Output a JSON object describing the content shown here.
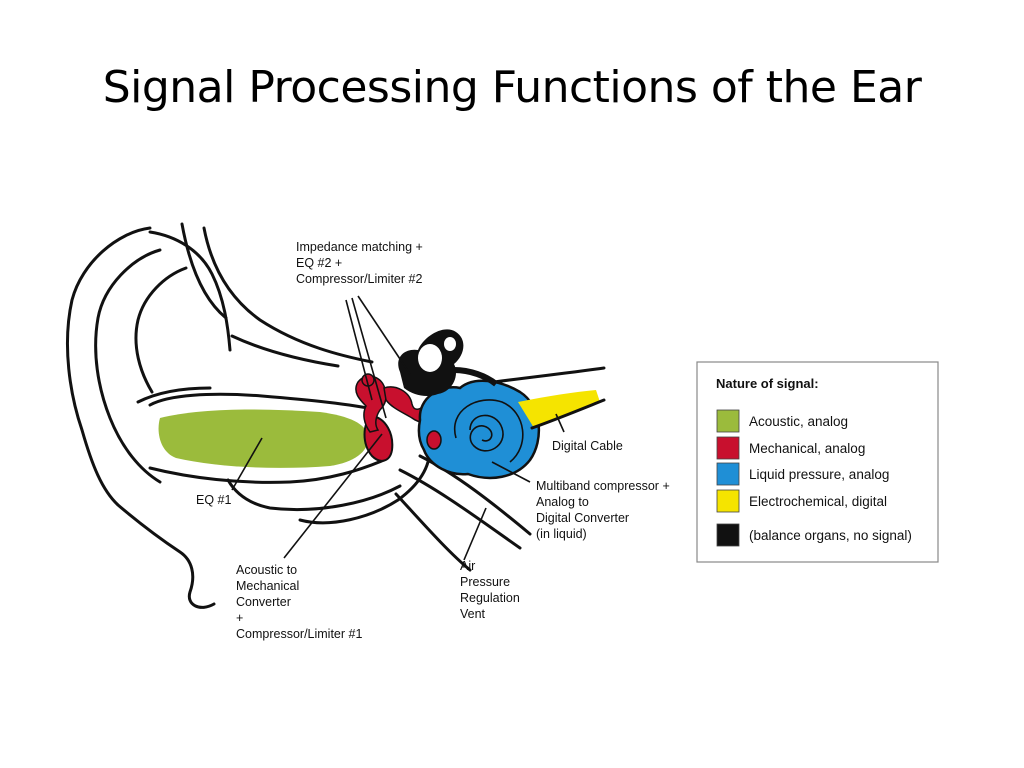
{
  "title": "Signal Processing Functions of the Ear",
  "labels": {
    "impedance": [
      "Impedance matching +",
      "EQ #2 +",
      "Compressor/Limiter #2"
    ],
    "eq1": [
      "EQ #1"
    ],
    "acoustic": [
      "Acoustic to",
      "Mechanical",
      "Converter",
      "+",
      "Compressor/Limiter #1"
    ],
    "air": [
      "Air",
      "Pressure",
      "Regulation",
      "Vent"
    ],
    "multiband": [
      "Multiband compressor +",
      "Analog to",
      "Digital Converter",
      "(in liquid)"
    ],
    "digital_cable": [
      "Digital Cable"
    ]
  },
  "legend": {
    "title": "Nature of signal:",
    "items": [
      {
        "label": "Acoustic, analog",
        "color": "#9bbb3c"
      },
      {
        "label": "Mechanical, analog",
        "color": "#c8102e"
      },
      {
        "label": "Liquid pressure, analog",
        "color": "#1f8fd6"
      },
      {
        "label": "Electrochemical, digital",
        "color": "#f5e400"
      },
      {
        "label": "(balance organs, no signal)",
        "color": "#111111"
      }
    ]
  }
}
